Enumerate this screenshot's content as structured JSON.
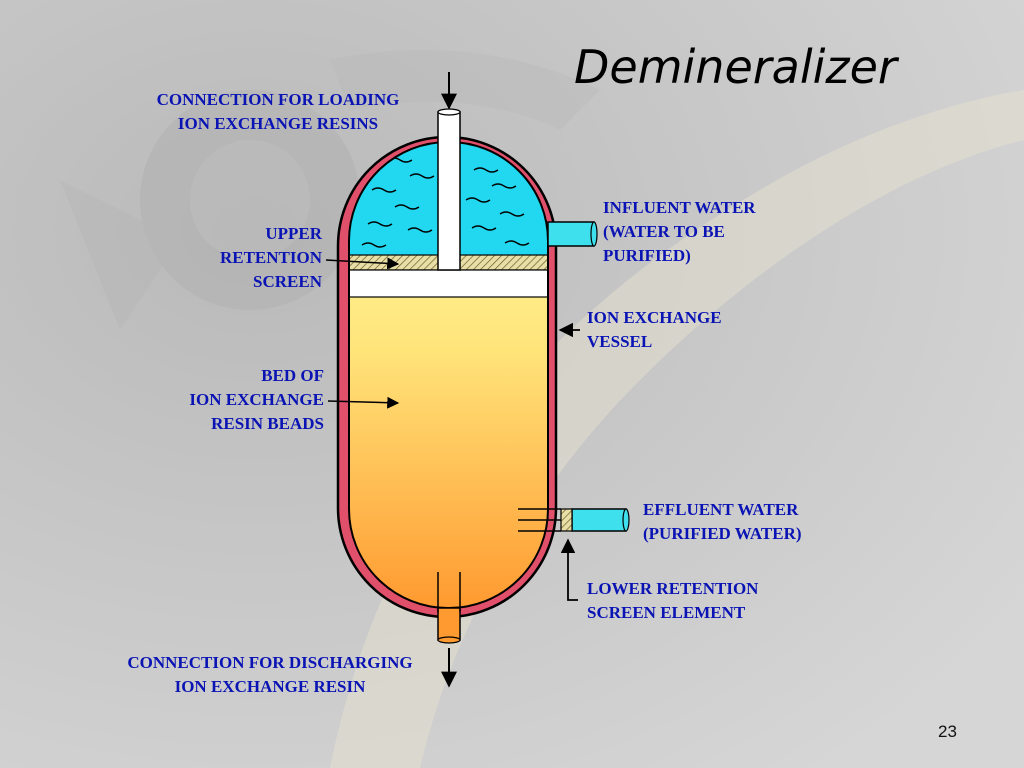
{
  "slide": {
    "title": "Demineralizer",
    "page_number": "23"
  },
  "labels": {
    "loading": [
      "CONNECTION FOR LOADING",
      "ION EXCHANGE RESINS"
    ],
    "upper_screen": [
      "UPPER",
      "RETENTION",
      "SCREEN"
    ],
    "bed": [
      "BED OF",
      "ION EXCHANGE",
      "RESIN BEADS"
    ],
    "influent": [
      "INFLUENT WATER",
      "(WATER TO BE",
      "PURIFIED)"
    ],
    "vessel": [
      "ION EXCHANGE",
      "VESSEL"
    ],
    "effluent": [
      "EFFLUENT WATER",
      "(PURIFIED WATER)"
    ],
    "lower_screen": [
      "LOWER RETENTION",
      "SCREEN ELEMENT"
    ],
    "discharging": [
      "CONNECTION FOR DISCHARGING",
      "ION EXCHANGE RESIN"
    ]
  },
  "colors": {
    "vessel_wall": "#e0506a",
    "water": "#22d8f0",
    "resin_top": "#ffffa8",
    "resin_bottom": "#ff9a30",
    "label_text": "#0a13b4",
    "pipe_influent": "#3ee0ee",
    "pipe_discharge": "#ff9a30"
  }
}
